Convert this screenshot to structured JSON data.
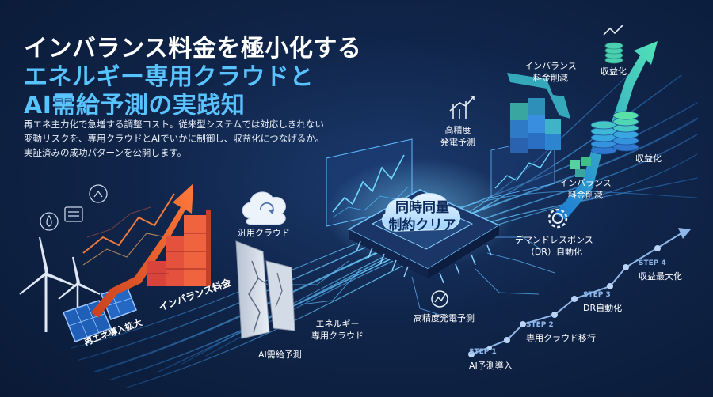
{
  "header": {
    "title_line1": "インバランス料金を極小化する",
    "title_line2": "エネルギー専用クラウドと",
    "title_line3": "AI需給予測の実践知"
  },
  "description": {
    "line1": "再エネ主力化で急増する調整コスト。従来型システムでは対応しきれない",
    "line2": "変動リスクを、専用クラウドとAIでいかに制御し、収益化につなげるか。",
    "line3": "実証済みの成功パターンを公開します。"
  },
  "labels": {
    "renewable": "再エネ導入拡大",
    "imbalance_fee": "インバランス料金",
    "general_cloud": "汎用クラウド",
    "ai_forecast": "AI需給予測",
    "energy_cloud": "エネルギー\n専用クラウド",
    "chip_text": "同時同量\n制約クリア",
    "hi_forecast_top": "高精度\n発電予測",
    "hi_forecast_bottom": "高精度発電予測",
    "imbalance_cut_top": "インバランス\n料金削減",
    "imbalance_cut_right": "インバランス\n料金削減",
    "monetize_top": "収益化",
    "monetize_right": "収益化",
    "dr": "デマンドレスポンス\n（DR）自動化"
  },
  "steps": [
    {
      "no": "STEP 1",
      "label": "AI予測導入"
    },
    {
      "no": "STEP 2",
      "label": "専用クラウド移行"
    },
    {
      "no": "STEP 3",
      "label": "DR自動化"
    },
    {
      "no": "STEP 4",
      "label": "収益最大化"
    }
  ],
  "colors": {
    "accent": "#58c3ff",
    "orange": "#f06a2a",
    "red": "#e2483a",
    "teal": "#39c6a8",
    "background": "#10254a"
  },
  "icons": [
    "wind-turbine-icon",
    "solar-panel-icon",
    "cloud-sync-icon",
    "chart-up-icon",
    "gear-icon",
    "coin-stack-icon",
    "cracked-wall-icon",
    "ai-chip-icon"
  ]
}
